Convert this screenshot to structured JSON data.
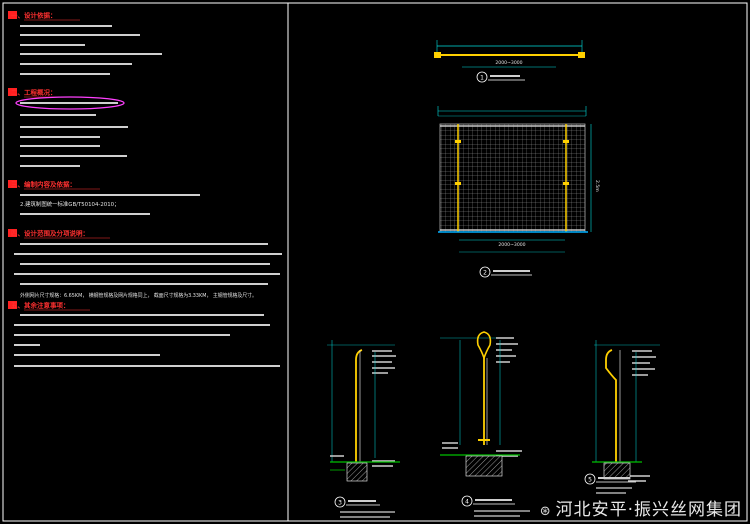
{
  "notes": {
    "sections": [
      {
        "num": "一、",
        "title": "设计依据："
      },
      {
        "num": "二、",
        "title": "工程概况："
      },
      {
        "num": "三、",
        "title": "编制内容及依据："
      },
      {
        "num": "四、",
        "title": "设计范围及分项说明："
      },
      {
        "num": "五、",
        "title": "其余注意事项："
      }
    ],
    "section3_line2": "2.建筑制图统一标准GB/T50104-2010；",
    "section4_line5": "外侧网片尺寸规格：6.65KM，  横钢管规格及网片规格同上，  截面尺寸规格为3.33KM，  主钢管规格及尺寸。"
  },
  "views": {
    "top_label": "2000~3000",
    "fence_height": "2.5m",
    "fence_width": "2000~3000",
    "v1_num": "1",
    "v2_num": "2",
    "v3_num": "3",
    "v4_num": "4",
    "v5_num": "5"
  },
  "watermark": {
    "prefix": "⊛",
    "text": "河北安平·振兴丝网集团"
  },
  "colors": {
    "border": "#ffffff",
    "heading": "#ff3030",
    "note_text": "#e0e0e0",
    "highlight": "#ff40ff",
    "dimension": "#00e0e0",
    "post": "#ffd000",
    "ground": "#00c000",
    "cable": "#00b0ff"
  }
}
